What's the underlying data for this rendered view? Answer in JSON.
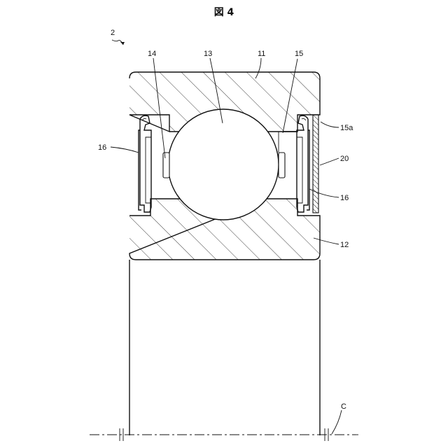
{
  "figure": {
    "title": "図 4",
    "assembly_ref": "2"
  },
  "labels": {
    "outer_ring": "11",
    "inner_ring": "12",
    "rolling_element": "13",
    "cage_left": "14",
    "cage_right": "15",
    "cage_right_sub": "15a",
    "seal_left": "16",
    "seal_right": "16",
    "sensor_member": "20",
    "center_axis": "C"
  },
  "colors": {
    "line": "#111111",
    "background": "#ffffff"
  }
}
